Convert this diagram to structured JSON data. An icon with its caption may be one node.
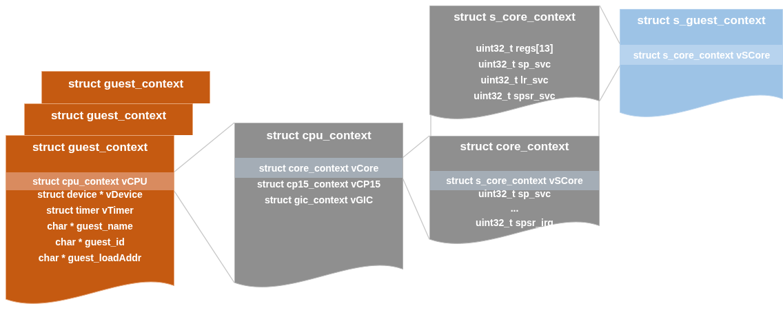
{
  "diagram": {
    "nodes": [
      {
        "text": [
          "struct guest_context"
        ]
      },
      {
        "text": [
          "struct guest_context"
        ]
      },
      {
        "text": [
          "struct guest_context",
          "struct device * vDevice",
          "struct timer vTimer",
          "char * guest_name",
          "char * guest_id",
          "char * guest_loadAddr"
        ]
      },
      {
        "text": [
          "struct cpu_context vCPU"
        ],
        "in": 2
      },
      {
        "text": [
          "struct cpu_context",
          "struct cp15_context vCP15",
          "struct gic_context vGIC"
        ]
      },
      {
        "text": [
          "struct core_context vCore"
        ],
        "in": 4
      },
      {
        "text": [
          "struct s_core_context",
          "uint32_t regs[13]",
          "uint32_t sp_svc",
          "uint32_t lr_svc",
          "uint32_t spsr_svc"
        ]
      },
      {
        "text": [
          "struct core_context",
          "uint32_t sp_svc",
          "...",
          "uint32_t spsr_irq"
        ]
      },
      {
        "text": [
          "struct s_core_context vSCore"
        ],
        "in": 7
      },
      {
        "text": [
          "struct s_guest_context"
        ]
      },
      {
        "text": [
          "struct s_core_context vSCore"
        ],
        "in": 9
      }
    ],
    "edges": [
      {
        "from": 3,
        "to": 4,
        "arrow": "none"
      },
      {
        "from": 3,
        "to": 4,
        "arrow": "none"
      },
      {
        "from": 5,
        "to": 7,
        "arrow": "none"
      },
      {
        "from": 5,
        "to": 7,
        "arrow": "none"
      },
      {
        "from": 7,
        "to": 6,
        "arrow": "none"
      },
      {
        "from": 7,
        "to": 6,
        "arrow": "none"
      },
      {
        "from": 10,
        "to": 6,
        "arrow": "none"
      },
      {
        "from": 10,
        "to": 6,
        "arrow": "none"
      }
    ]
  }
}
